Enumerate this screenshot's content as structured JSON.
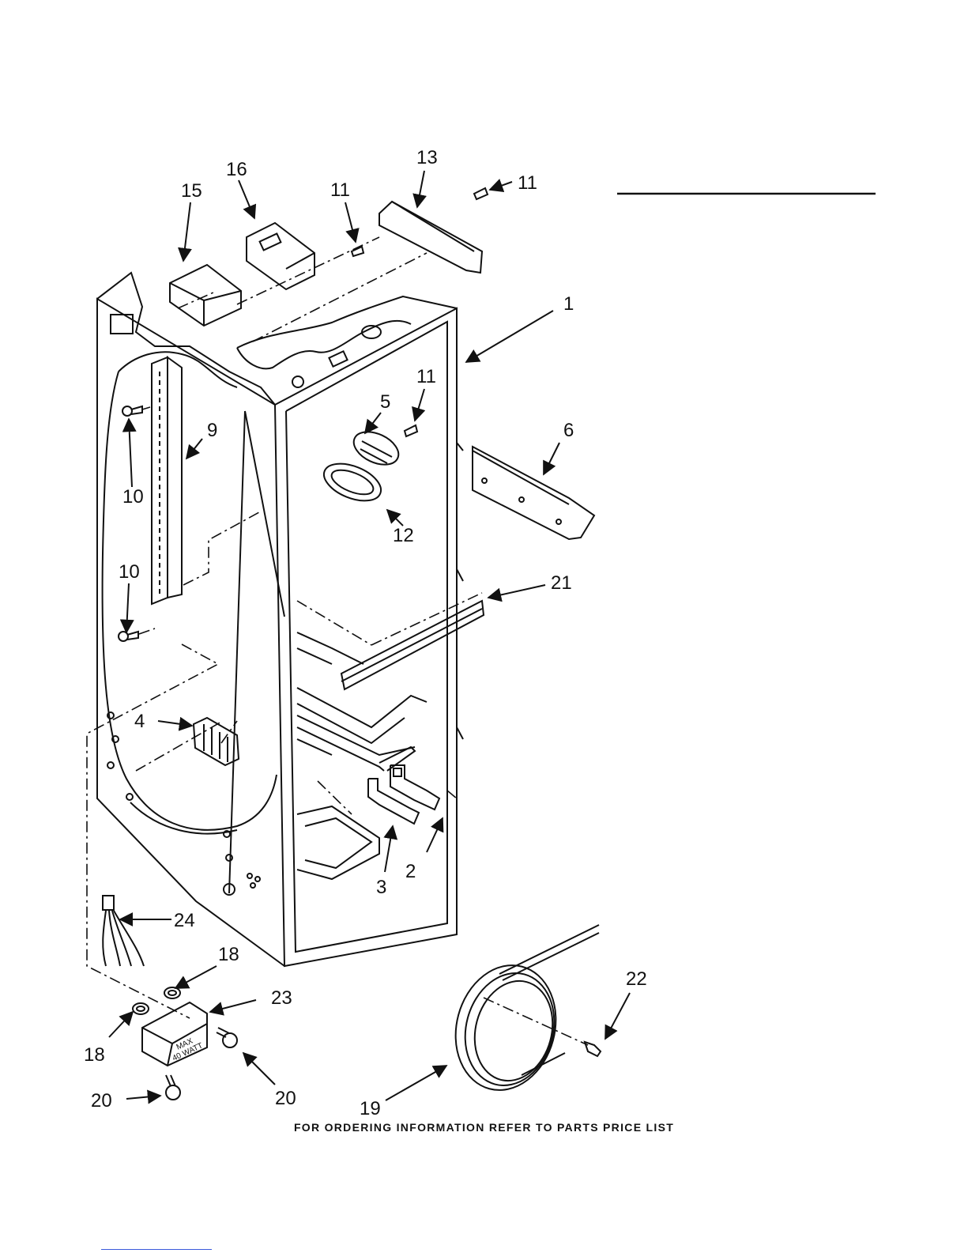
{
  "diagram": {
    "callouts": [
      {
        "id": "c1",
        "label": "1"
      },
      {
        "id": "c2",
        "label": "2"
      },
      {
        "id": "c3",
        "label": "3"
      },
      {
        "id": "c4",
        "label": "4"
      },
      {
        "id": "c5",
        "label": "5"
      },
      {
        "id": "c6",
        "label": "6"
      },
      {
        "id": "c9",
        "label": "9"
      },
      {
        "id": "c10a",
        "label": "10"
      },
      {
        "id": "c10b",
        "label": "10"
      },
      {
        "id": "c11a",
        "label": "11"
      },
      {
        "id": "c11b",
        "label": "11"
      },
      {
        "id": "c11c",
        "label": "11"
      },
      {
        "id": "c12",
        "label": "12"
      },
      {
        "id": "c13",
        "label": "13"
      },
      {
        "id": "c15",
        "label": "15"
      },
      {
        "id": "c16",
        "label": "16"
      },
      {
        "id": "c18a",
        "label": "18"
      },
      {
        "id": "c18b",
        "label": "18"
      },
      {
        "id": "c19",
        "label": "19"
      },
      {
        "id": "c20a",
        "label": "20"
      },
      {
        "id": "c20b",
        "label": "20"
      },
      {
        "id": "c21",
        "label": "21"
      },
      {
        "id": "c22",
        "label": "22"
      },
      {
        "id": "c23",
        "label": "23"
      },
      {
        "id": "c24",
        "label": "24"
      }
    ],
    "lamp_socket_marking": [
      "MAX",
      "40 WATT"
    ]
  },
  "footer": {
    "text": "FOR ORDERING INFORMATION REFER TO PARTS PRICE LIST"
  }
}
